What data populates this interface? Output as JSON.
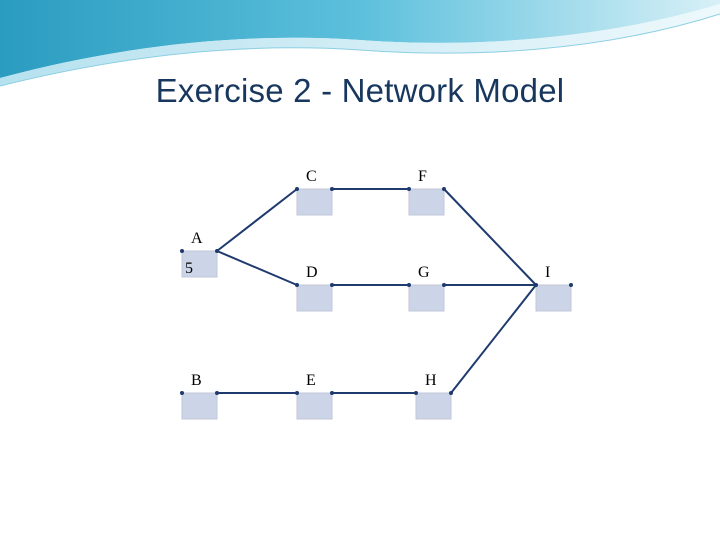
{
  "slide": {
    "title": "Exercise 2 - Network Model"
  },
  "colors": {
    "title_text": "#17375e",
    "header_wave_dark": "#31a5c6",
    "header_wave_light": "#bfe6f2",
    "node_top": "#ffffff",
    "node_bottom": "#ccd5e8",
    "node_border": "#c0c7d8",
    "edge": "#1f3a6e"
  },
  "nodes": [
    {
      "id": "A",
      "label": "A",
      "value": "5"
    },
    {
      "id": "B",
      "label": "B",
      "value": ""
    },
    {
      "id": "C",
      "label": "C",
      "value": ""
    },
    {
      "id": "D",
      "label": "D",
      "value": ""
    },
    {
      "id": "E",
      "label": "E",
      "value": ""
    },
    {
      "id": "F",
      "label": "F",
      "value": ""
    },
    {
      "id": "G",
      "label": "G",
      "value": ""
    },
    {
      "id": "H",
      "label": "H",
      "value": ""
    },
    {
      "id": "I",
      "label": "I",
      "value": ""
    }
  ],
  "edges": [
    {
      "from": "A",
      "to": "C"
    },
    {
      "from": "A",
      "to": "D"
    },
    {
      "from": "B",
      "to": "E"
    },
    {
      "from": "C",
      "to": "F"
    },
    {
      "from": "D",
      "to": "G"
    },
    {
      "from": "E",
      "to": "H"
    },
    {
      "from": "F",
      "to": "I"
    },
    {
      "from": "G",
      "to": "I"
    },
    {
      "from": "H",
      "to": "I"
    }
  ]
}
